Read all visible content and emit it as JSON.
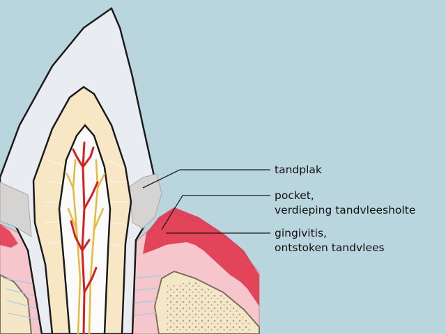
{
  "labels": {
    "plaque": {
      "line1": "tandplak"
    },
    "pocket": {
      "line1": "pocket,",
      "line2": "verdieping tandvleesholte"
    },
    "gingivitis": {
      "line1": "gingivitis,",
      "line2": "ontstoken tandvlees"
    }
  },
  "colors": {
    "background": "#b9d6de",
    "enamel": "#e9edf2",
    "dentin": "#f7e7c5",
    "pulp": "#fbfbfc",
    "nerve": "#e8b93a",
    "blood_vessel": "#d61f1f",
    "gum": "#f5c6cc",
    "inflamed_gum": "#e0354d",
    "plaque": "#d6d4d2",
    "bone": "#f3e7c8",
    "ligament": "#a7cbe5"
  }
}
